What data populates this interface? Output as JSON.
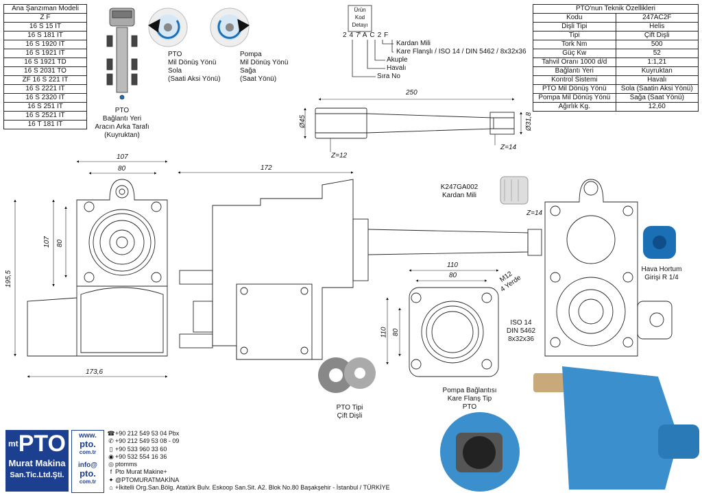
{
  "transmission": {
    "title": "Ana Şanzıman Modeli",
    "brand": "Z F",
    "models": [
      "16 S 15 IT",
      "16 S 181 IT",
      "16 S 1920 IT",
      "16 S 1921 IT",
      "16 S 1921 TD",
      "16 S 2031 TO",
      "ZF 16 S 221 IT",
      "16 S 2221 IT",
      "16 S 2320 IT",
      "16 S 251 IT",
      "16 S 2521 IT",
      "16 T 181 IT"
    ]
  },
  "specs": {
    "title": "PTO'nun Teknik Özellikleri",
    "rows": [
      {
        "k": "Kodu",
        "v": "247AC2F"
      },
      {
        "k": "Dişli Tipi",
        "v": "Helis"
      },
      {
        "k": "Tipi",
        "v": "Çift Dişli"
      },
      {
        "k": "Tork Nm",
        "v": "500"
      },
      {
        "k": "Güç Kw",
        "v": "52"
      },
      {
        "k": "Tahvil Oranı 1000 d/d",
        "v": "1:1,21"
      },
      {
        "k": "Bağlantı Yeri",
        "v": "Kuyruktan"
      },
      {
        "k": "Kontrol Sistemi",
        "v": "Havalı"
      },
      {
        "k": "PTO Mil Dönüş Yönü",
        "v": "Sola (Saatin Aksi Yönü)"
      },
      {
        "k": "Pompa Mil Dönüş Yönü",
        "v": "Sağa (Saat Yönü)"
      },
      {
        "k": "Ağırlık Kg.",
        "v": "12,60"
      }
    ]
  },
  "code_detail": {
    "title_lines": [
      "Ürün",
      "Kod",
      "Detayı"
    ],
    "chars": [
      "2",
      "4",
      "7",
      "A",
      "C",
      "2",
      "F"
    ],
    "legend": [
      "Kardan Mili",
      "Kare Flanşlı / ISO 14 / DIN 5462 / 8x32x36",
      "Akuple",
      "Havalı",
      "Sıra No"
    ]
  },
  "labels": {
    "connection": [
      "PTO",
      "Bağlantı Yeri",
      "Aracın Arka Tarafı",
      "(Kuyruktan)"
    ],
    "pto_rotation": [
      "PTO",
      "Mil Dönüş Yönü",
      "Sola",
      "(Saati Aksi Yönü)"
    ],
    "pump_rotation": [
      "Pompa",
      "Mil Dönüş Yönü",
      "Sağa",
      "(Saat Yönü)"
    ],
    "shaft": [
      "K247GA002",
      "Kardan Mili"
    ],
    "air_hose": [
      "Hava Hortum",
      "Girişi R 1/4"
    ],
    "iso": [
      "ISO 14",
      "DIN 5462",
      "8x32x36"
    ],
    "m12": [
      "M12",
      "4 Yerde"
    ],
    "gear_type": [
      "PTO Tipi",
      "Çift Dişli"
    ],
    "flange_type": [
      "Pompa Bağlantısı",
      "Kare Flanş Tip",
      "PTO"
    ]
  },
  "dims": {
    "d250": "250",
    "d45": "Ø45",
    "d318": "Ø31,8",
    "z12": "Z=12",
    "z14a": "Z=14",
    "z14b": "Z=14",
    "d107": "107",
    "d80": "80",
    "d107v": "107",
    "d80v": "80",
    "d1955": "195,5",
    "d1736": "173,6",
    "d172": "172",
    "d110": "110",
    "d80f": "80",
    "d110v": "110",
    "d80fv": "80"
  },
  "logo": {
    "pto": "PTO",
    "mt": "mt",
    "company1": "Murat Makina",
    "company2": "San.Tic.Ltd.Şti.",
    "web1": "www.",
    "web2": "pto.",
    "web3": "com.tr",
    "info1": "info@",
    "info2": "pto.",
    "info3": "com.tr"
  },
  "contact": [
    {
      "icon": "phone-icon",
      "glyph": "☎",
      "text": "+90 212 549 53 04  Pbx"
    },
    {
      "icon": "fax-icon",
      "glyph": "✆",
      "text": "+90 212 549 53 08 - 09"
    },
    {
      "icon": "mobile-icon",
      "glyph": "▯",
      "text": "+90 533 960 33 60"
    },
    {
      "icon": "whatsapp-icon",
      "glyph": "◉",
      "text": "+90 532 554 16 36"
    },
    {
      "icon": "instagram-icon",
      "glyph": "◎",
      "text": "ptomms"
    },
    {
      "icon": "facebook-icon",
      "glyph": "f",
      "text": "Pto Murat Makine+"
    },
    {
      "icon": "twitter-icon",
      "glyph": "✦",
      "text": "@PTOMURATMAKİNA"
    },
    {
      "icon": "location-icon",
      "glyph": "⌂",
      "text": "+İkitelli Org.San.Bölg. Atatürk Bulv. Eskoop San.Sit. A2. Blok No.80 Başakşehir - İstanbul / TÜRKİYE"
    }
  ],
  "colors": {
    "pto_blue": "#1a6fb5",
    "dark_blue": "#1d3f8f",
    "cast_blue": "#3a8fcc"
  }
}
